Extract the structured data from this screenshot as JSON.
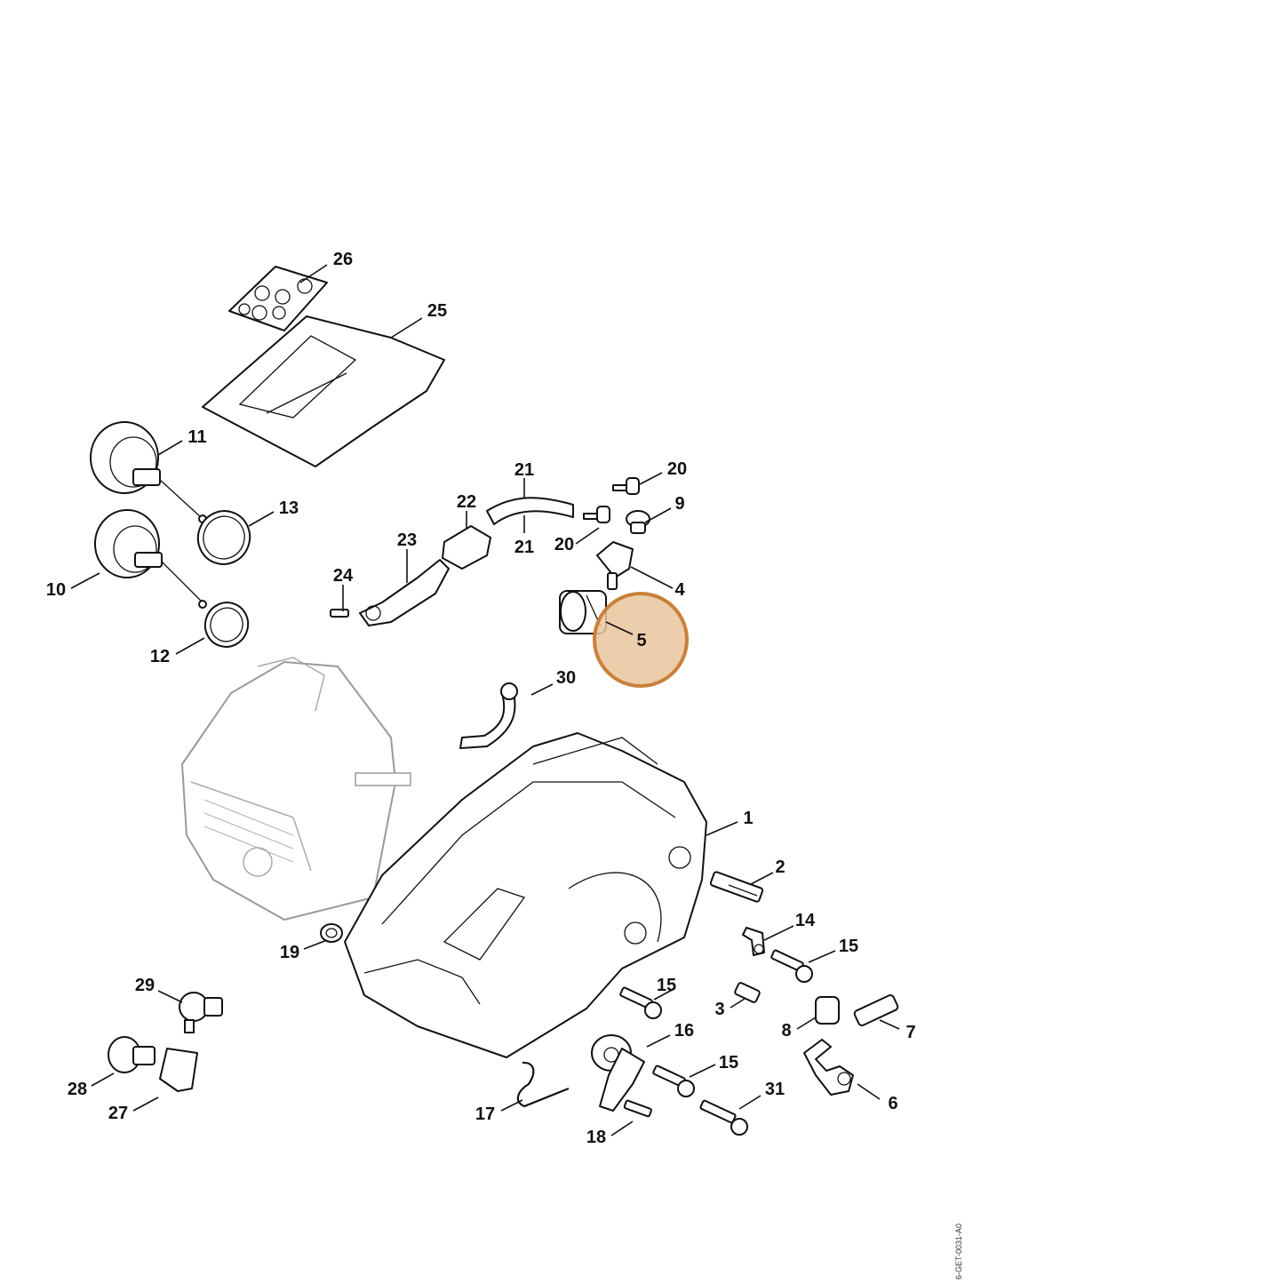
{
  "highlight": {
    "label": "5",
    "fill": "#e9c49d",
    "stroke": "#c9803a"
  },
  "callouts": [
    "1",
    "2",
    "3",
    "4",
    "5",
    "6",
    "7",
    "8",
    "9",
    "10",
    "11",
    "12",
    "13",
    "14",
    "15",
    "15",
    "15",
    "16",
    "17",
    "18",
    "19",
    "20",
    "20",
    "21",
    "21",
    "22",
    "23",
    "24",
    "25",
    "26",
    "27",
    "28",
    "29",
    "30",
    "31"
  ],
  "document_code": "6-GET-0031-A0"
}
